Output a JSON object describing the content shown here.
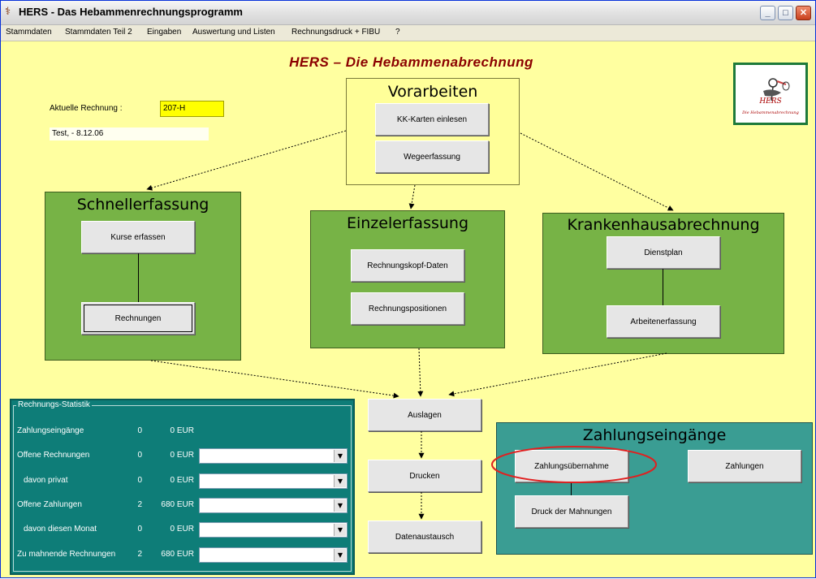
{
  "window": {
    "title": "HERS - Das Hebammenrechnungsprogramm",
    "icon": "stork-icon",
    "controls": {
      "minimize": "_",
      "maximize": "□",
      "close": "✕"
    }
  },
  "menu": [
    "Stammdaten",
    "Stammdaten Teil 2",
    "Eingaben",
    "Auswertung und Listen",
    "Rechnungsdruck + FIBU",
    "?"
  ],
  "heading": "HERS – Die Hebammenabrechnung",
  "logo": {
    "text": "HERS",
    "subtitle": "Die Hebammenabrechnung"
  },
  "current_invoice": {
    "label": "Aktuelle Rechnung :",
    "value": "207-H",
    "info": "Test,  - 8.12.06"
  },
  "vorarbeiten": {
    "title": "Vorarbeiten",
    "buttons": [
      "KK-Karten einlesen",
      "Wegeerfassung"
    ]
  },
  "schnellerfassung": {
    "title": "Schnellerfassung",
    "buttons": [
      "Kurse erfassen",
      "Rechnungen"
    ]
  },
  "einzelerfassung": {
    "title": "Einzelerfassung",
    "buttons": [
      "Rechnungskopf-Daten",
      "Rechnungspositionen"
    ]
  },
  "krankenhaus": {
    "title": "Krankenhausabrechnung",
    "buttons": [
      "Dienstplan",
      "Arbeitenerfassung"
    ]
  },
  "center_buttons": [
    "Auslagen",
    "Drucken",
    "Datenaustausch"
  ],
  "zahlungseingaenge": {
    "title": "Zahlungseingänge",
    "buttons": [
      "Zahlungsübernahme",
      "Zahlungen",
      "Druck der Mahnungen"
    ]
  },
  "statistik": {
    "title": "Rechnungs-Statistik",
    "rows": [
      {
        "label": "Zahlungseingänge",
        "count": "0",
        "amount": "0 EUR",
        "has_combo": false
      },
      {
        "label": "Offene Rechnungen",
        "count": "0",
        "amount": "0 EUR",
        "has_combo": true
      },
      {
        "label": "davon privat",
        "count": "0",
        "amount": "0 EUR",
        "has_combo": true
      },
      {
        "label": "Offene Zahlungen",
        "count": "2",
        "amount": "680 EUR",
        "has_combo": true
      },
      {
        "label": "davon diesen Monat",
        "count": "0",
        "amount": "0 EUR",
        "has_combo": true
      },
      {
        "label": "Zu mahnende Rechnungen",
        "count": "2",
        "amount": "680 EUR",
        "has_combo": true
      }
    ]
  },
  "colors": {
    "form_bg": "#ffffa0",
    "green": "#77b346",
    "teal": "#3a9d93",
    "dark_teal": "#0e7d78",
    "heading": "#8b0000",
    "highlight": "#e02020"
  }
}
